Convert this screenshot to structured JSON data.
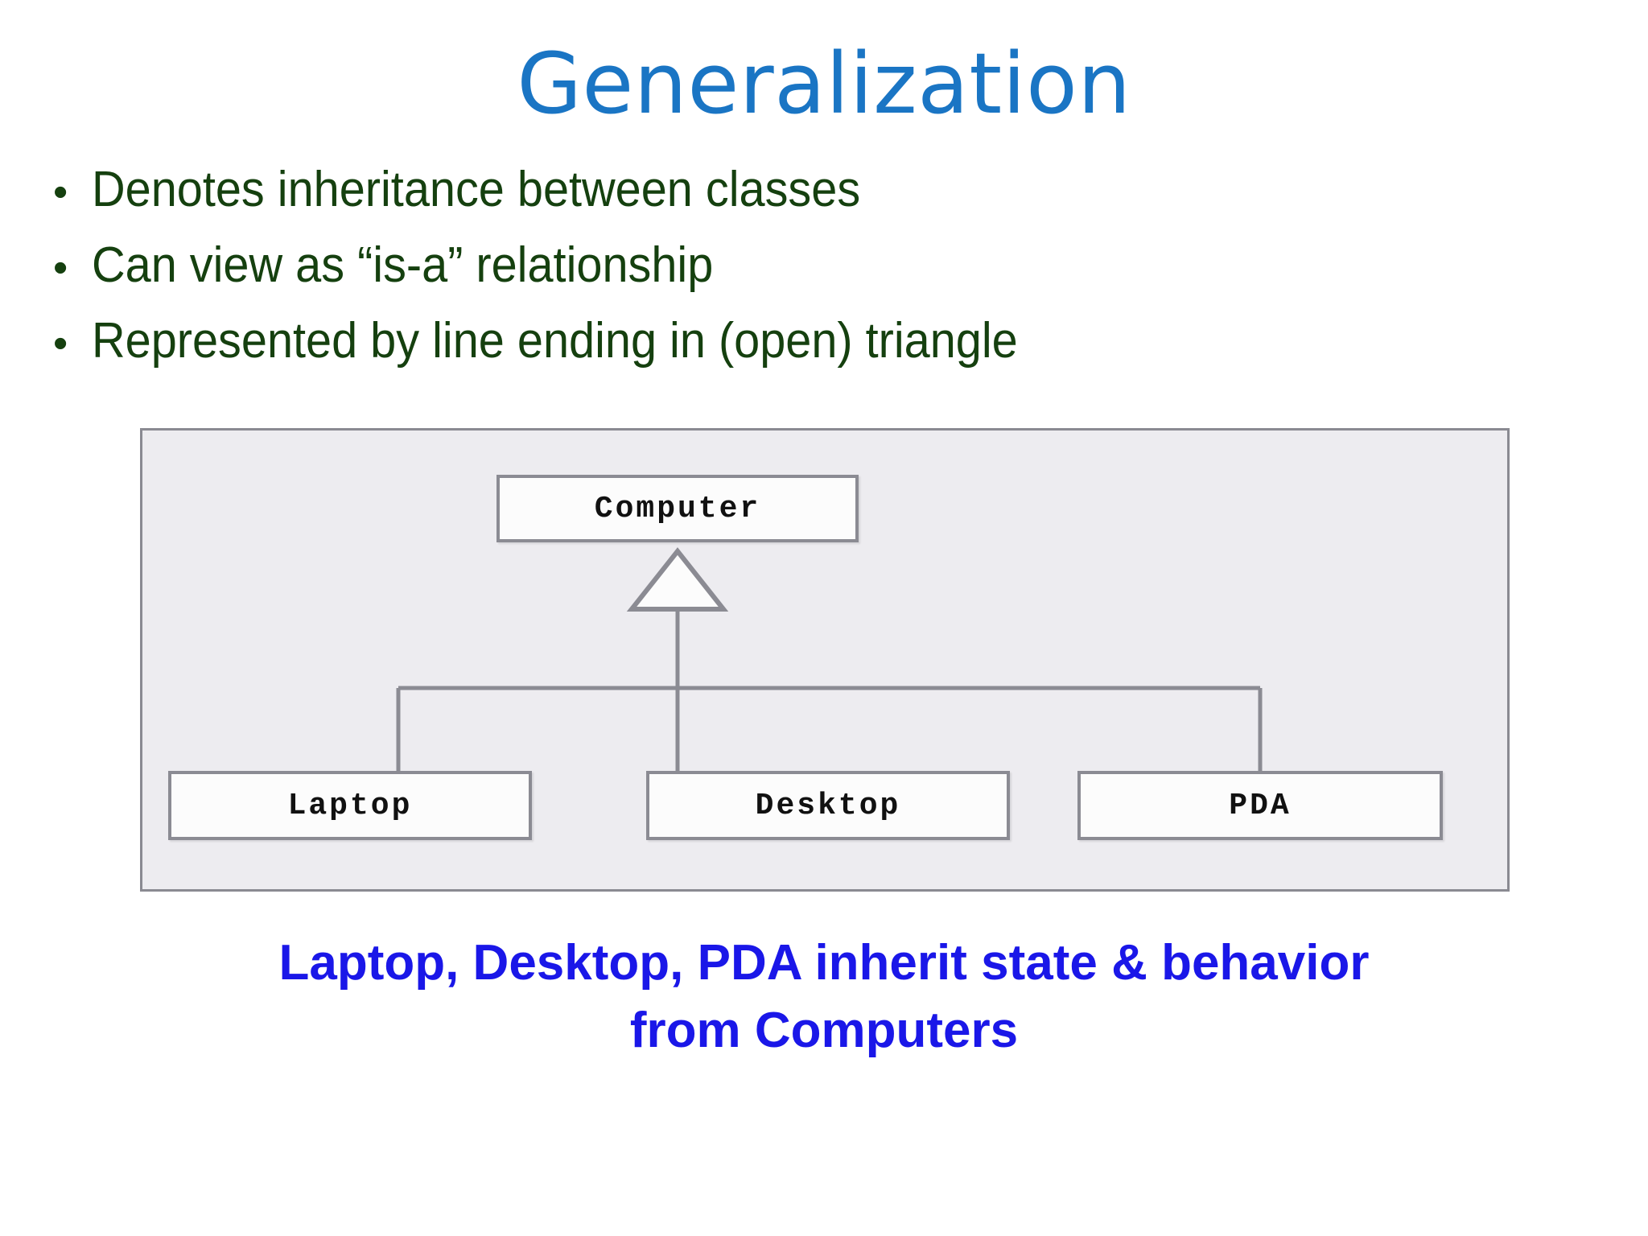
{
  "slide": {
    "title": "Generalization",
    "title_color": "#1A75C4",
    "background_color": "#FFFFFF",
    "bullet_color": "#15400F",
    "bullet_glyph": "•",
    "bullets": [
      "Denotes inheritance between classes",
      "Can view as “is-a” relationship",
      "Represented by line ending in (open) triangle"
    ],
    "caption": {
      "color": "#1A17E8",
      "line1": "Laptop, Desktop, PDA inherit state & behavior",
      "line2": "from Computers"
    }
  },
  "diagram": {
    "type": "uml-class-generalization",
    "panel_background": "#EDECF0",
    "panel_border_color": "#8A8A92",
    "box_fill": "#FCFCFC",
    "box_border_color": "#8B8B93",
    "connector_color": "#8B8B93",
    "parent": {
      "name": "Computer"
    },
    "children": [
      {
        "name": "Laptop"
      },
      {
        "name": "Desktop"
      },
      {
        "name": "PDA"
      }
    ],
    "relationship": "generalization (inheritance)",
    "arrowhead": "open-triangle"
  }
}
